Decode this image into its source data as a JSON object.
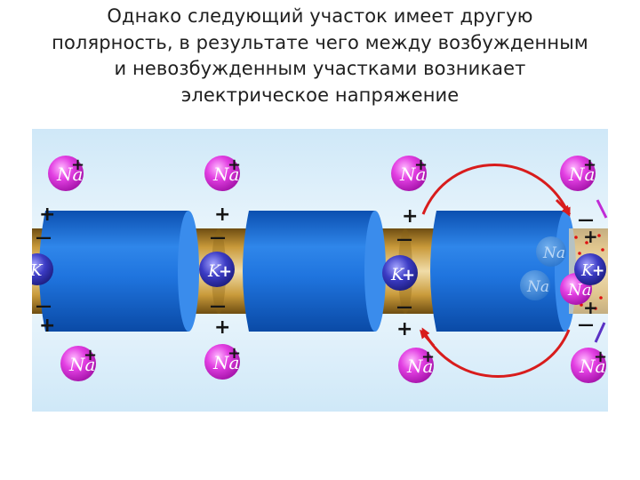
{
  "slide": {
    "title_lines": [
      "Однако следующий участок имеет другую",
      "полярность, в результате чего между возбужденным",
      "и невозбужденным участками возникает",
      "электрическое напряжение"
    ]
  },
  "diagram": {
    "ions": {
      "sodium": {
        "label": "Na",
        "charge": "+",
        "color": "#d62bd6"
      },
      "potassium": {
        "label": "K",
        "charge": "+",
        "color": "#2a2aa8"
      }
    },
    "charge_signs": {
      "plus": "+",
      "minus": "—"
    },
    "colors": {
      "background": "#dff0fb",
      "axon_core": "#b8892a",
      "myelin": "#1d73e0",
      "arrow": "#d81c1c"
    }
  }
}
